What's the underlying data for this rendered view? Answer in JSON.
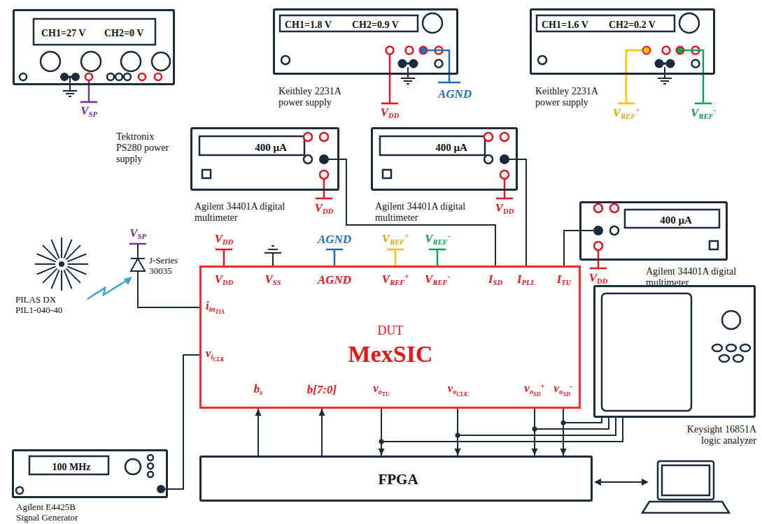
{
  "diagram": {
    "nodes": [
      {
        "text": [
          "CH1=27 V",
          "CH2=0 V",
          "Tektronix PS280 power supply"
        ]
      },
      {
        "text": [
          "CH1=1.8 V",
          "CH2=0.9 V",
          "Keithley 2231A power supply"
        ]
      },
      {
        "text": [
          "CH1=1.6 V",
          "CH2=0.2 V",
          "Keithley 2231A power supply"
        ]
      },
      {
        "text": [
          "400 µA",
          "Agilent 34401A digital multimeter"
        ]
      },
      {
        "text": [
          "400 µA",
          "Agilent 34401A digital multimeter"
        ]
      },
      {
        "text": [
          "400 µA",
          "Agilent 34401A digital multimeter"
        ]
      },
      {
        "text": [
          "DUT",
          "MexSIC"
        ]
      },
      {
        "text": [
          "100 MHz",
          "Agilent E4425B Signal Generator"
        ]
      },
      {
        "text": [
          "Keysight 16851A logic analyzer"
        ]
      },
      {
        "text": [
          "FPGA"
        ]
      }
    ],
    "edges": [
      {
        "from": 3,
        "to": 6,
        "arrow": "none"
      },
      {
        "from": 4,
        "to": 6,
        "arrow": "none"
      },
      {
        "from": 5,
        "to": 6,
        "arrow": "none"
      },
      {
        "from": 7,
        "to": 6,
        "arrow": "none"
      },
      {
        "from": 9,
        "to": 6,
        "arrow": "to"
      },
      {
        "from": 9,
        "to": 6,
        "arrow": "to"
      },
      {
        "from": 6,
        "to": 9,
        "arrow": "to"
      },
      {
        "from": 6,
        "to": 9,
        "arrow": "to"
      },
      {
        "from": 6,
        "to": 9,
        "arrow": "to"
      },
      {
        "from": 6,
        "to": 9,
        "arrow": "to"
      },
      {
        "from": 6,
        "to": 8,
        "arrow": "none"
      },
      {
        "from": 6,
        "to": 8,
        "arrow": "none"
      },
      {
        "from": 6,
        "to": 8,
        "arrow": "none"
      },
      {
        "from": 6,
        "to": 8,
        "arrow": "none"
      }
    ],
    "labels": [
      "VSP",
      "VDD",
      "AGND",
      "VREF+",
      "VREF-",
      "VDD",
      "VDD",
      "VDD",
      "VSP",
      "J-Series 30035",
      "PILAS DX PIL1-040-40",
      "VDD",
      "AGND",
      "VREF+",
      "VREF-",
      "VDD",
      "VSS",
      "AGND",
      "VREF+",
      "VREF-",
      "ISD",
      "IPLL",
      "ITU",
      "iinTIA",
      "viCLK",
      "bs",
      "b[7:0]",
      "voTU",
      "voCLK",
      "voSD+",
      "voSD-"
    ]
  }
}
